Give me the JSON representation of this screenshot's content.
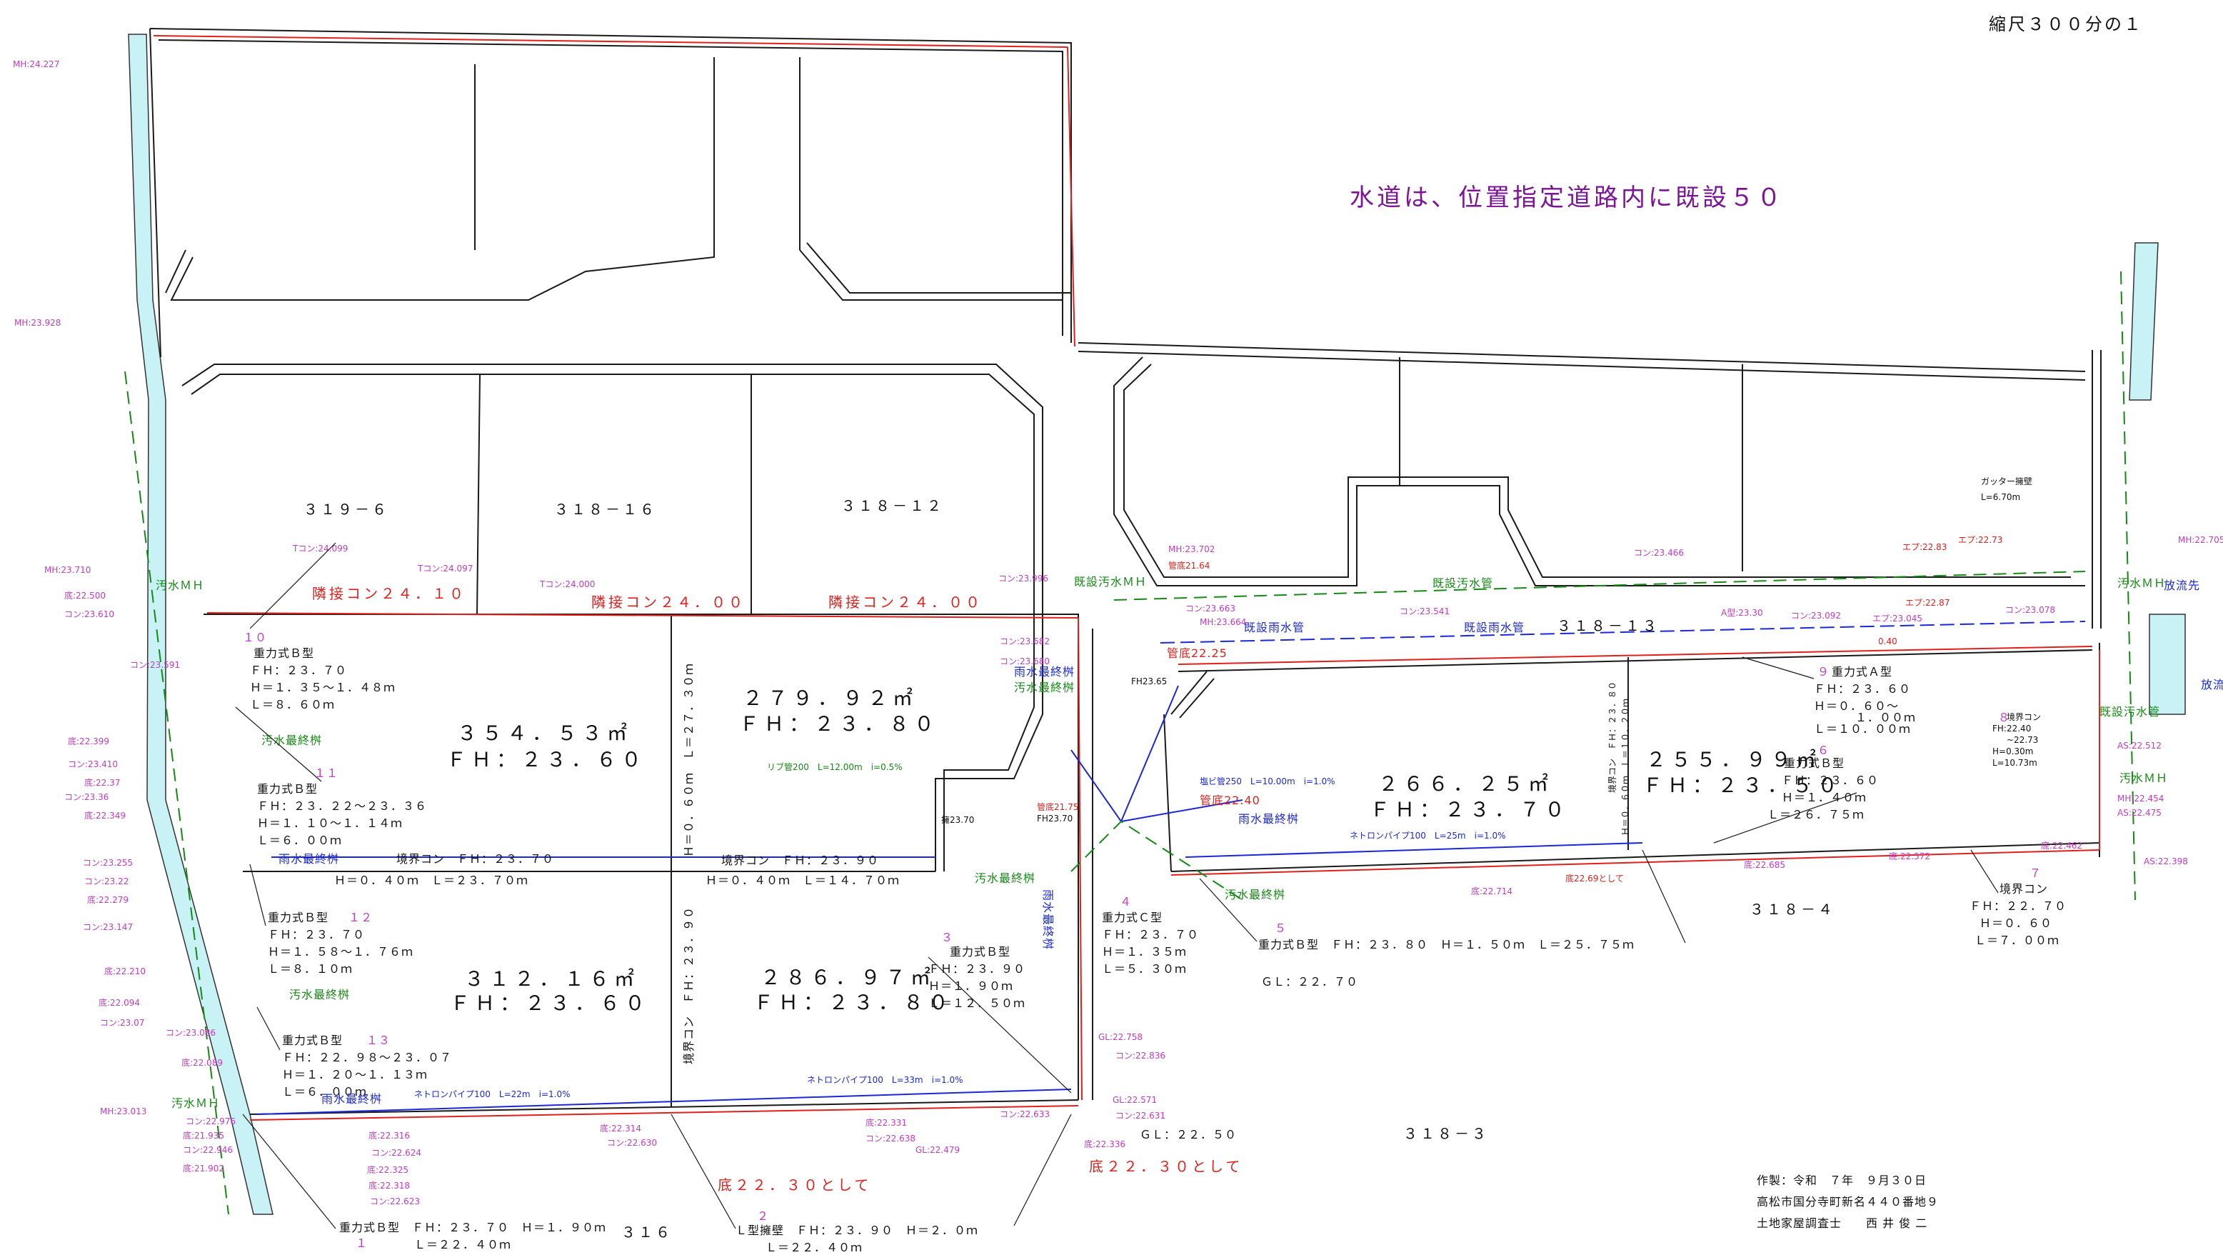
{
  "header": {
    "scale": "縮尺３００分の１",
    "water_note": "水道は、位置指定道路内に既設５０"
  },
  "lots": {
    "l319_6": "３１９－６",
    "l318_16": "３１８－１６",
    "l318_12": "３１８－１２",
    "l318_13": "３１８－１３",
    "l318_4": "３１８－４",
    "l318_3": "３１８－３",
    "l316": "３１６"
  },
  "areas": [
    {
      "area": "３５４．５３㎡",
      "fh": "ＦＨ：２３．６０"
    },
    {
      "area": "２７９．９２㎡",
      "fh": "ＦＨ：２３．８０"
    },
    {
      "area": "３１２．１６㎡",
      "fh": "ＦＨ：２３．６０"
    },
    {
      "area": "２８６．９７㎡",
      "fh": "ＦＨ：２３．８０"
    },
    {
      "area": "２６６．２５㎡",
      "fh": "ＦＨ：２３．７０"
    },
    {
      "area": "２５５．９９㎡",
      "fh": "ＦＨ：２３．５０"
    }
  ],
  "red_labels": {
    "adj1": "隣接コン２４．１０",
    "adj2": "隣接コン２４．００",
    "adj3": "隣接コン２４．００",
    "bottom1": "底２２．３０として",
    "bottom2": "底２２．３０として"
  },
  "walls": {
    "w1": "重力式Ｂ型",
    "w1_fh": "ＦＨ：２３．７０",
    "w1_h": "Ｈ＝１．３５～１．４８ｍ",
    "w1_l": "Ｌ＝８．６０ｍ",
    "w1_no": "１０",
    "w2": "重力式Ｂ型",
    "w2_fh": "ＦＨ：２３．２２～２３．３６",
    "w2_h": "Ｈ＝１．１０～１．１４ｍ",
    "w2_l": "Ｌ＝６．００ｍ",
    "w2_no": "１１",
    "w3": "重力式Ｂ型",
    "w3_fh": "ＦＨ：２３．７０",
    "w3_h": "Ｈ＝１．５８～１．７６ｍ",
    "w3_l": "Ｌ＝８．１０ｍ",
    "w3_no": "１２",
    "w4": "重力式Ｂ型",
    "w4_fh": "ＦＨ：２２．９８～２３．０７",
    "w4_h": "Ｈ＝１．２０～１．１３ｍ",
    "w4_l": "Ｌ＝６．００ｍ",
    "w4_no": "１３",
    "w5": "重力式Ｂ型",
    "w5_fh": "ＦＨ：２３．９０",
    "w5_h": "Ｈ＝１．９０ｍ",
    "w5_l": "Ｌ＝１２．５０ｍ",
    "w5_no": "３",
    "w6": "重力式Ｃ型",
    "w6_fh": "ＦＨ：２３．７０",
    "w6_h": "Ｈ＝１．３５ｍ",
    "w6_l": "Ｌ＝５．３０ｍ",
    "w6_no": "４",
    "w7": "重力式Ｂ型　ＦＨ：２３．８０　Ｈ＝１．５０ｍ　Ｌ＝２５．７５ｍ",
    "w7_no": "５",
    "w8": "重力式Ａ型",
    "w8_fh": "ＦＨ：２３．６０",
    "w8_h": "Ｈ＝０．６０～",
    "w8_h2": "１．００ｍ",
    "w8_l": "Ｌ＝１０．００ｍ",
    "w8_no": "９",
    "w9": "重力式Ｂ型",
    "w9_fh": "ＦＨ：２３．６０",
    "w9_h": "Ｈ＝１．４０ｍ",
    "w9_l": "Ｌ＝２６．７５ｍ",
    "w9_no": "６",
    "w10": "境界コン",
    "w10_fh": "ＦＨ：２２．７０",
    "w10_h": "Ｈ＝０．６０",
    "w10_l": "Ｌ＝７．００ｍ",
    "w10_no": "７",
    "w11": "重力式Ｂ型　ＦＨ：２３．７０　Ｈ＝１．９０ｍ",
    "w11_l": "Ｌ＝２２．４０ｍ",
    "w11_no": "１",
    "w12": "Ｌ型擁壁　ＦＨ：２３．９０　Ｈ＝２．０ｍ",
    "w12_l": "Ｌ＝２２．４０ｍ",
    "w12_no": "２",
    "w13_no": "８"
  },
  "boundary": {
    "b1": "境界コン　ＦＨ：２３．７０",
    "b1_sub": "Ｈ＝０．４０ｍ　Ｌ＝２３．７０ｍ",
    "b2": "境界コン　ＦＨ：２３．９０",
    "b2_sub": "Ｈ＝０．４０ｍ　Ｌ＝１４．７０ｍ",
    "v1": "Ｈ＝０．６０ｍ　Ｌ＝２７．３０ｍ",
    "v2": "境界コン　ＦＨ：２３．９０",
    "v3": "境界コン　ＦＨ：２３．８０",
    "v3_sub": "Ｈ＝０．６０ｍ　Ｌ＝１０．２０ｍ"
  },
  "gl": {
    "g1": "ＧＬ：２２．７０",
    "g2": "ＧＬ：２２．５０"
  },
  "sewer": {
    "sewage_mh": "汚水ＭＨ",
    "existing_sewage": "既設汚水管",
    "existing_rain": "既設雨水管",
    "existing_mh": "既設汚水ＭＨ",
    "rain_final": "雨水最終桝",
    "sewage_final": "汚水最終桝",
    "rain_final_v": "雨水最終桝",
    "outlet": "放流先",
    "outlet2": "放流"
  },
  "marks": {
    "m1": "MH:24.227",
    "m2": "MH:23.928",
    "m3": "MH:23.710",
    "m4": "底:22.500",
    "m5": "コン:23.610",
    "m6": "コン:23.591",
    "m7": "底:22.399",
    "m8": "コン:23.410",
    "m9": "底:22.37",
    "m10": "コン:23.36",
    "m11": "底:22.349",
    "m12": "コン:23.255",
    "m13": "コン:23.22",
    "m14": "底:22.279",
    "m15": "コン:23.147",
    "m16": "底:22.210",
    "m17": "底:22.094",
    "m18": "コン:23.07",
    "m19": "コン:23.086",
    "m20": "底:22.089",
    "m21": "MH:23.013",
    "m22": "コン:22.976",
    "m23": "底:21.935",
    "m24": "コン:22.946",
    "m25": "底:21.902",
    "m26": "Tコン:24.099",
    "m27": "Tコン:24.097",
    "m28": "Tコン:24.000",
    "m29": "コン:23.996",
    "m30": "コン:23.682",
    "m31": "コン:23.680",
    "m32": "MH:23.702",
    "m33": "管底21.64",
    "m34": "コン:23.663",
    "m35": "MH:23.664",
    "m36": "管底22.25",
    "m37": "コン:23.541",
    "m38": "コン:23.466",
    "m39": "A型:23.30",
    "m40": "コン:23.092",
    "m41": "エプ:23.045",
    "m42": "エプ:22.83",
    "m43": "エプ:22.73",
    "m44": "エプ:22.87",
    "m45": "コン:23.078",
    "m46": "MH:22.705",
    "m47": "MH:22.454",
    "m48": "AS:22.475",
    "m49": "AS:22.512",
    "m50": "AS:22.398",
    "m51": "底:22.462",
    "m52": "底:22.572",
    "m53": "底:22.685",
    "m54": "底22.69として",
    "m55": "底:22.714",
    "m56": "底:22.316",
    "m57": "コン:22.624",
    "m58": "底:22.325",
    "m59": "底:22.318",
    "m60": "コン:22.623",
    "m61": "底:22.314",
    "m62": "コン:22.630",
    "m63": "底:22.331",
    "m64": "コン:22.638",
    "m65": "GL:22.479",
    "m66": "コン:22.633",
    "m67": "底:22.336",
    "m68": "GL:22.758",
    "m69": "コン:22.836",
    "m70": "GL:22.571",
    "m71": "コン:22.631",
    "m72": "管底21.75",
    "m73": "管底22.40",
    "m74": "FH23.70",
    "m75": "FH23.65",
    "m76": "擁23.70",
    "m77": "ガッター擁壁",
    "m78": "L=6.70m",
    "m79": "境界コン",
    "m80": "FH:22.40",
    "m81": "~22.73",
    "m82": "H=0.30m",
    "m83": "L=10.73m",
    "m84": "0.40"
  },
  "pipes": {
    "p1": "リブ管200　L=12.00m　i=0.5%",
    "p2": "塩ビ管250　L=10.00m　i=1.0%",
    "p3": "ネトロンパイプ100　L=25m　i=1.0%",
    "p4": "ネトロンパイプ100　L=33m　i=1.0%",
    "p5": "ネトロンパイプ100　L=22m　i=1.0%"
  },
  "footer": {
    "made": "作製：令和　７年　９月３０日",
    "address": "高松市国分寺町新名４４０番地９",
    "surveyor": "土地家屋調査士　　西 井 俊 二"
  },
  "colors": {
    "line": "#1a1a1a",
    "red": "#e0201c",
    "blue": "#1a28d8",
    "green": "#148a14",
    "magenta": "#c23bc2",
    "water": "#c8f2f5",
    "purple": "#7d1396"
  }
}
